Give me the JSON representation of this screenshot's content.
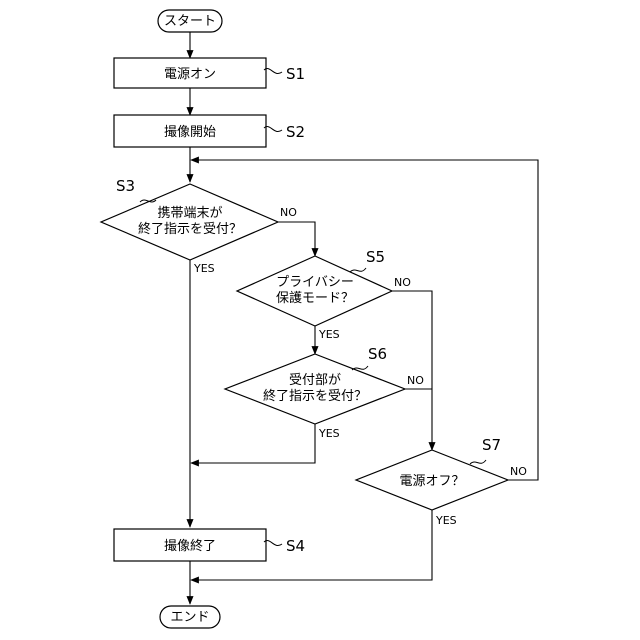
{
  "terminals": {
    "start": "スタート",
    "end": "エンド"
  },
  "processes": {
    "s1": {
      "step": "S1",
      "text": "電源オン"
    },
    "s2": {
      "step": "S2",
      "text": "撮像開始"
    },
    "s4": {
      "step": "S4",
      "text": "撮像終了"
    }
  },
  "decisions": {
    "s3": {
      "step": "S3",
      "line1": "携帯端末が",
      "line2": "終了指示を受付？",
      "yes": "YES",
      "no": "NO"
    },
    "s5": {
      "step": "S5",
      "line1": "プライバシー",
      "line2": "保護モード？",
      "yes": "YES",
      "no": "NO"
    },
    "s6": {
      "step": "S6",
      "line1": "受付部が",
      "line2": "終了指示を受付？",
      "yes": "YES",
      "no": "NO"
    },
    "s7": {
      "step": "S7",
      "line1": "電源オフ？",
      "yes": "YES",
      "no": "NO"
    }
  }
}
